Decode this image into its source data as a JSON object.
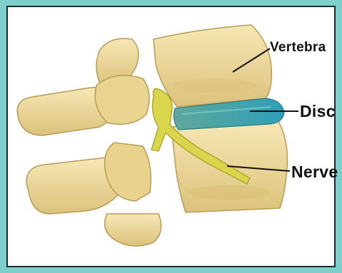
{
  "labels": {
    "vertebra": "Vertebra",
    "disc": "Disc",
    "nerve": "Nerve"
  },
  "colors": {
    "frame": "#7fcfcd",
    "panel_border": "#1c2b2b",
    "bone": "#ecd89a",
    "bone_shadow": "#c9b26a",
    "disc": "#3aa6b0",
    "nerve": "#d8d44a"
  }
}
